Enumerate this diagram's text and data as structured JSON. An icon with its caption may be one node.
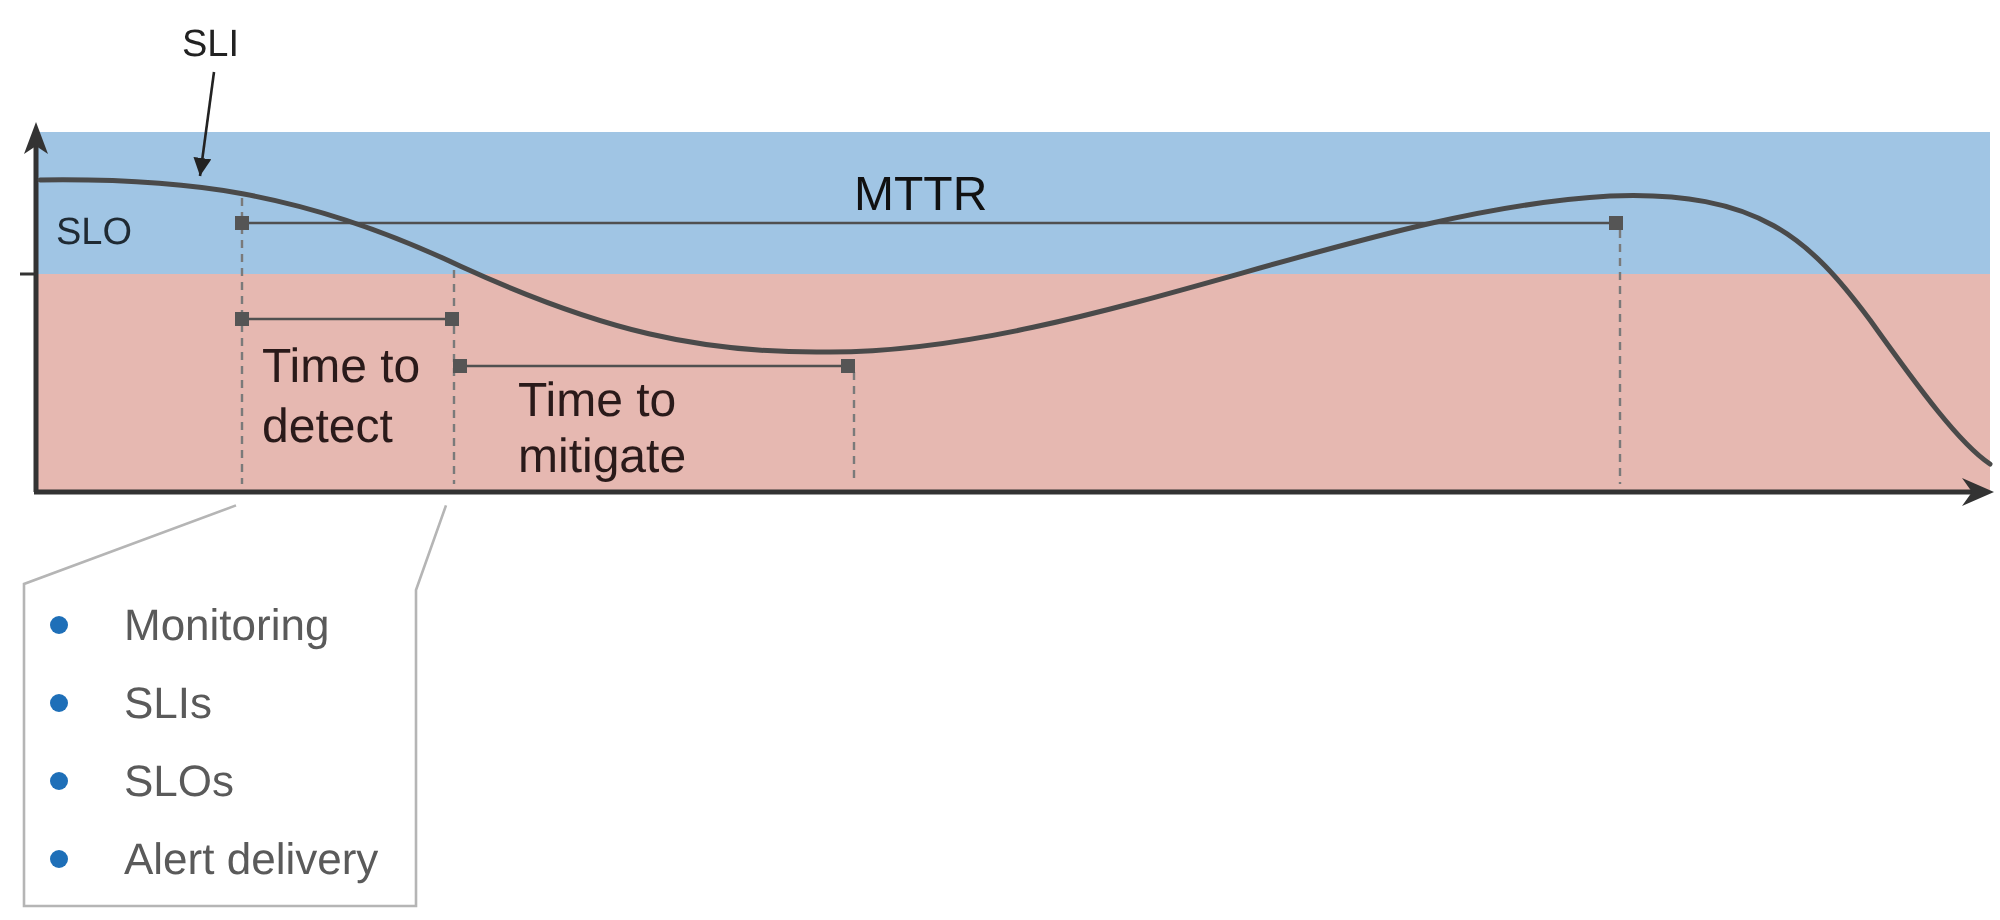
{
  "diagram": {
    "nodes": [
      {
        "text": [
          "SLI"
        ]
      },
      {
        "text": [],
        "shape": "curve"
      },
      {
        "text": [
          "Monitoring",
          "SLIs",
          "SLOs",
          "Alert delivery"
        ]
      }
    ],
    "edges": [
      {
        "from": 0,
        "to": 1,
        "arrow": "to"
      }
    ],
    "labels": [
      "SLO",
      "MTTR",
      "Time to detect",
      "Time to mitigate"
    ]
  }
}
